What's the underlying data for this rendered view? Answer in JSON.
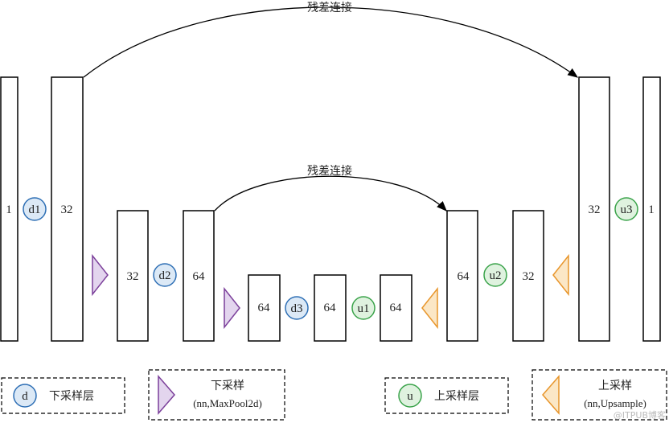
{
  "skip_labels": {
    "outer": "残差连接",
    "inner": "残差连接"
  },
  "blocks": {
    "b1": "1",
    "b2": "32",
    "b3": "32",
    "b4": "64",
    "b5": "64",
    "b6": "64",
    "b7": "64",
    "b8": "64",
    "b9": "32",
    "b10": "32",
    "b11": "1"
  },
  "ops": {
    "d1": "d1",
    "d2": "d2",
    "d3": "d3",
    "u1": "u1",
    "u2": "u2",
    "u3": "u3"
  },
  "legend": {
    "down_layer_symbol": "d",
    "down_layer_label": "下采样层",
    "downsample_title": "下采样",
    "downsample_detail": "(nn,MaxPool2d)",
    "up_layer_symbol": "u",
    "up_layer_label": "上采样层",
    "upsample_title": "上采样",
    "upsample_detail": "(nn,Upsample)"
  },
  "colors": {
    "down_circle_fill": "#dce9f6",
    "down_circle_stroke": "#2e6fb5",
    "up_circle_fill": "#dff2df",
    "up_circle_stroke": "#3aa34a",
    "down_triangle_fill": "#e3d5ee",
    "down_triangle_stroke": "#7b3f9a",
    "up_triangle_fill": "#fbe7c6",
    "up_triangle_stroke": "#e8952a"
  },
  "watermark": "@ITPUB博客"
}
